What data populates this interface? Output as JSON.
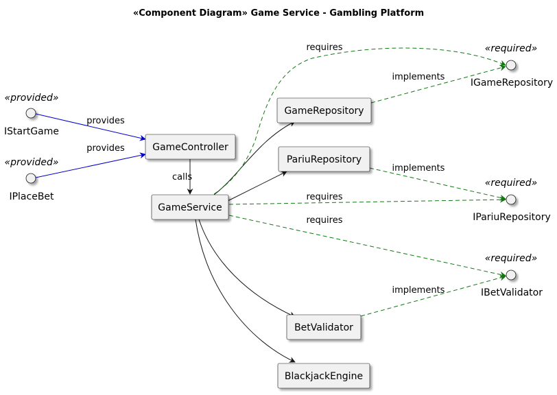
{
  "title": "«Component Diagram» Game Service - Gambling Platform",
  "components": {
    "game_controller": "GameController",
    "game_service": "GameService",
    "game_repository": "GameRepository",
    "pariu_repository": "PariuRepository",
    "bet_validator": "BetValidator",
    "blackjack_engine": "BlackjackEngine"
  },
  "interfaces": {
    "istart_game": {
      "name": "IStartGame",
      "stereotype": "«provided»"
    },
    "iplace_bet": {
      "name": "IPlaceBet",
      "stereotype": "«provided»"
    },
    "igame_repository": {
      "name": "IGameRepository",
      "stereotype": "«required»"
    },
    "ipariu_repository": {
      "name": "IPariuRepository",
      "stereotype": "«required»"
    },
    "ibet_validator": {
      "name": "IBetValidator",
      "stereotype": "«required»"
    }
  },
  "edge_labels": {
    "provides": "provides",
    "calls": "calls",
    "requires": "requires",
    "implements": "implements"
  },
  "colors": {
    "provides_edge": "#0000cc",
    "requires_edge": "#117711",
    "dependency_edge": "#181818"
  }
}
